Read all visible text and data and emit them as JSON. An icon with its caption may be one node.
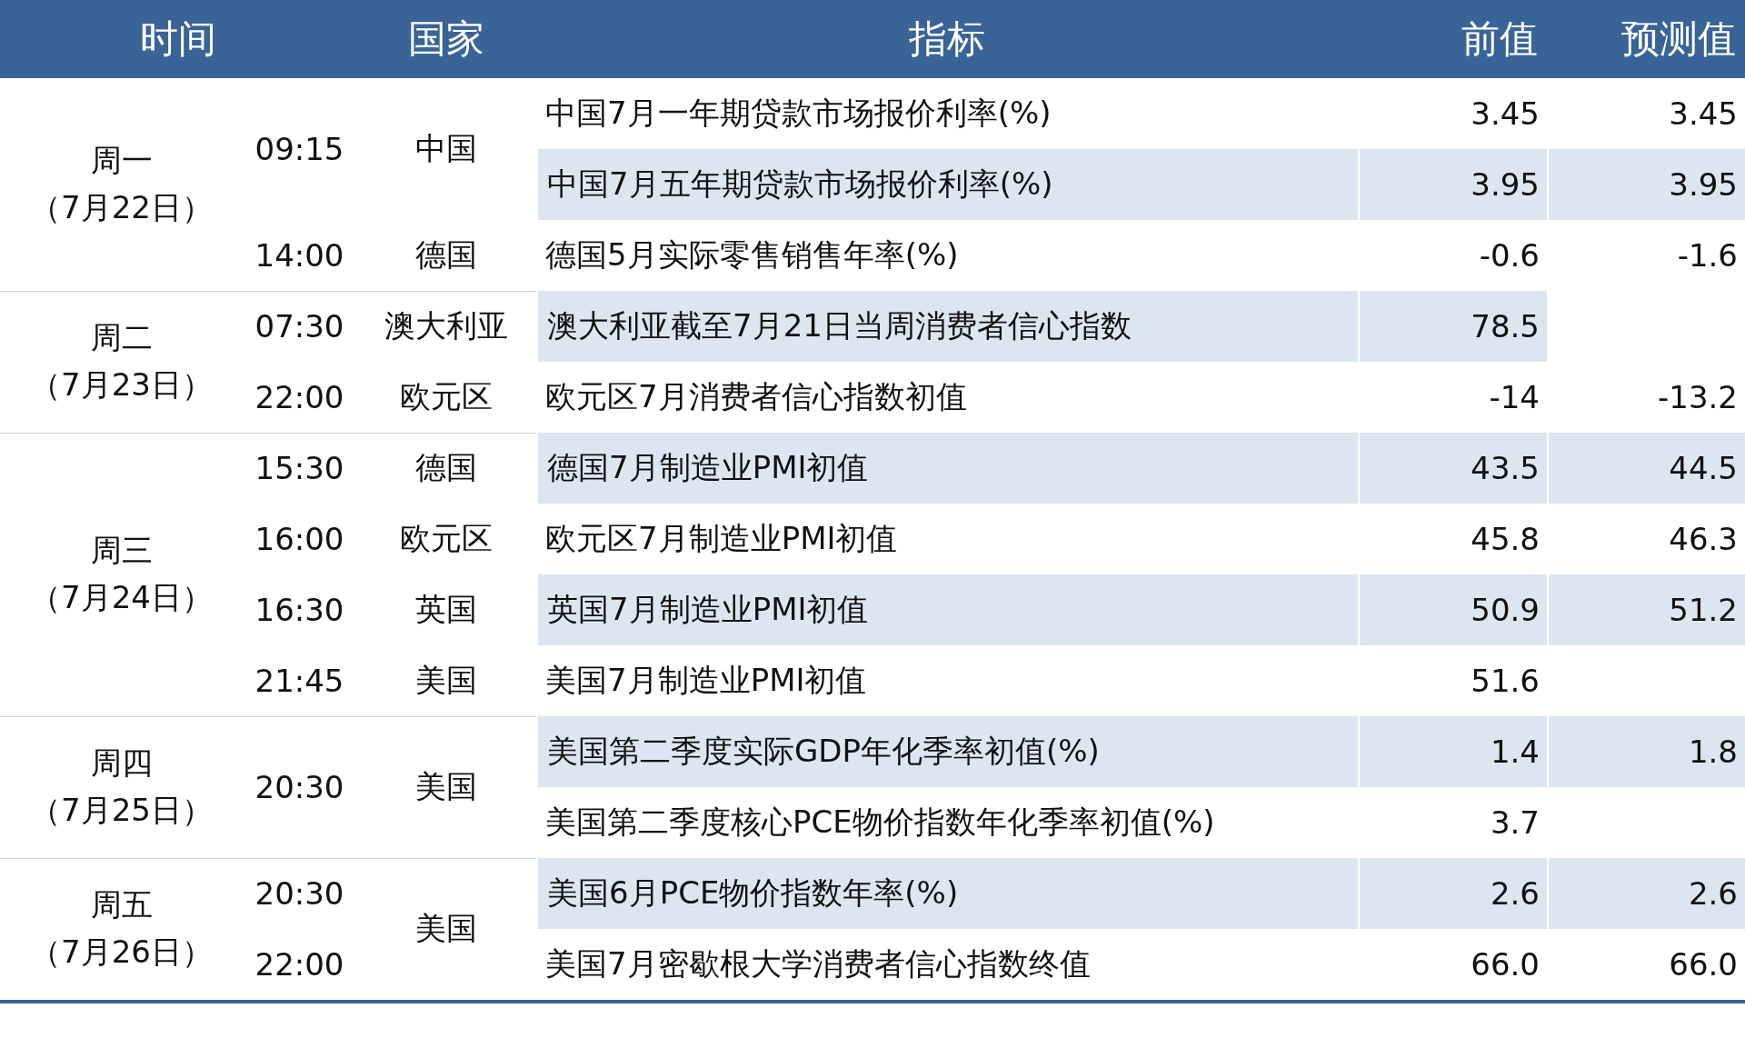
{
  "diagram": {
    "labels": [
      "时间",
      "国家",
      "指标",
      "前值",
      "预测值",
      "周一",
      "（7月22日）",
      "09:15",
      "中国",
      "中国7月一年期贷款市场报价利率(%)",
      "3.45",
      "3.45",
      "中国7月五年期贷款市场报价利率(%)",
      "3.95",
      "3.95",
      "14:00",
      "德国",
      "德国5月实际零售销售年率(%)",
      "-0.6",
      "-1.6",
      "周二",
      "（7月23日）",
      "07:30",
      "澳大利亚",
      "澳大利亚截至7月21日当周消费者信心指数",
      "78.5",
      "22:00",
      "欧元区",
      "欧元区7月消费者信心指数初值",
      "-14",
      "-13.2",
      "周三",
      "（7月24日）",
      "15:30",
      "德国",
      "德国7月制造业PMI初值",
      "43.5",
      "44.5",
      "16:00",
      "欧元区",
      "欧元区7月制造业PMI初值",
      "45.8",
      "46.3",
      "16:30",
      "英国",
      "英国7月制造业PMI初值",
      "50.9",
      "51.2",
      "21:45",
      "美国",
      "美国7月制造业PMI初值",
      "51.6",
      "周四",
      "（7月25日）",
      "20:30",
      "美国",
      "美国第二季度实际GDP年化季率初值(%)",
      "1.4",
      "1.8",
      "美国第二季度核心PCE物价指数年化季率初值(%)",
      "3.7",
      "周五",
      "（7月26日）",
      "20:30",
      "美国",
      "美国6月PCE物价指数年率(%)",
      "2.6",
      "2.6",
      "22:00",
      "美国7月密歇根大学消费者信心指数终值",
      "66.0",
      "66.0"
    ]
  }
}
